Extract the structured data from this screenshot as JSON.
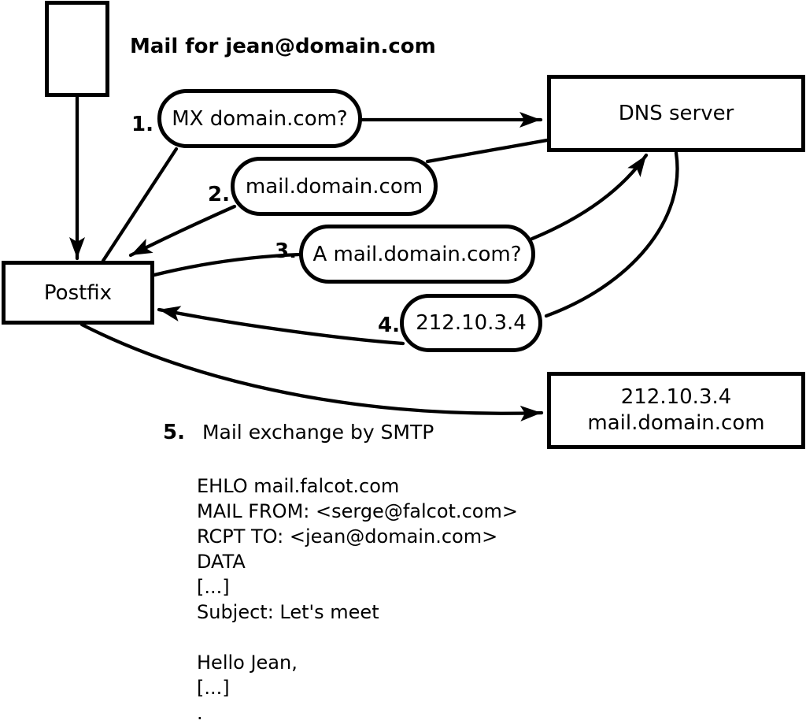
{
  "diagram": {
    "title_note": "Mail for jean@domain.com",
    "nodes": {
      "postfix": "Postfix",
      "dns_server": "DNS server",
      "mail_server_line1": "212.10.3.4",
      "mail_server_line2": "mail.domain.com"
    },
    "steps": [
      {
        "number": "1.",
        "text": "MX domain.com?"
      },
      {
        "number": "2.",
        "text": "mail.domain.com"
      },
      {
        "number": "3.",
        "text": "A mail.domain.com?"
      },
      {
        "number": "4.",
        "text": "212.10.3.4"
      },
      {
        "number": "5.",
        "text": "Mail exchange by SMTP"
      }
    ],
    "smtp_session": {
      "lines": [
        "EHLO mail.falcot.com",
        "MAIL FROM: <serge@falcot.com>",
        "RCPT TO: <jean@domain.com>",
        "DATA",
        "[...]",
        "Subject: Let's meet",
        "",
        "Hello Jean,",
        "[...]",
        "."
      ]
    },
    "colors": {
      "stroke": "#000000",
      "background": "#ffffff"
    }
  }
}
